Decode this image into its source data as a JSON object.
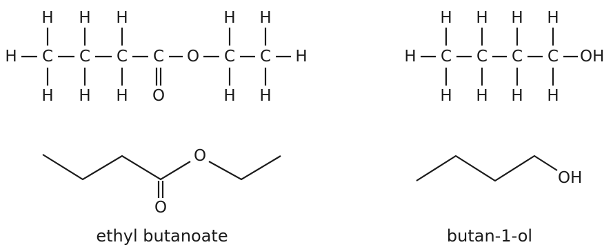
{
  "molecules": [
    {
      "name": "ethyl butanoate",
      "atoms": {
        "carbon": "C",
        "hydrogen": "H",
        "oxygen": "O"
      },
      "skeletal_labels": {
        "ester_oxygen": "O",
        "carbonyl_oxygen": "O"
      }
    },
    {
      "name": "butan-1-ol",
      "atoms": {
        "carbon": "C",
        "hydrogen": "H",
        "hydroxyl": "OH"
      },
      "skeletal_labels": {
        "hydroxyl": "OH"
      }
    }
  ]
}
